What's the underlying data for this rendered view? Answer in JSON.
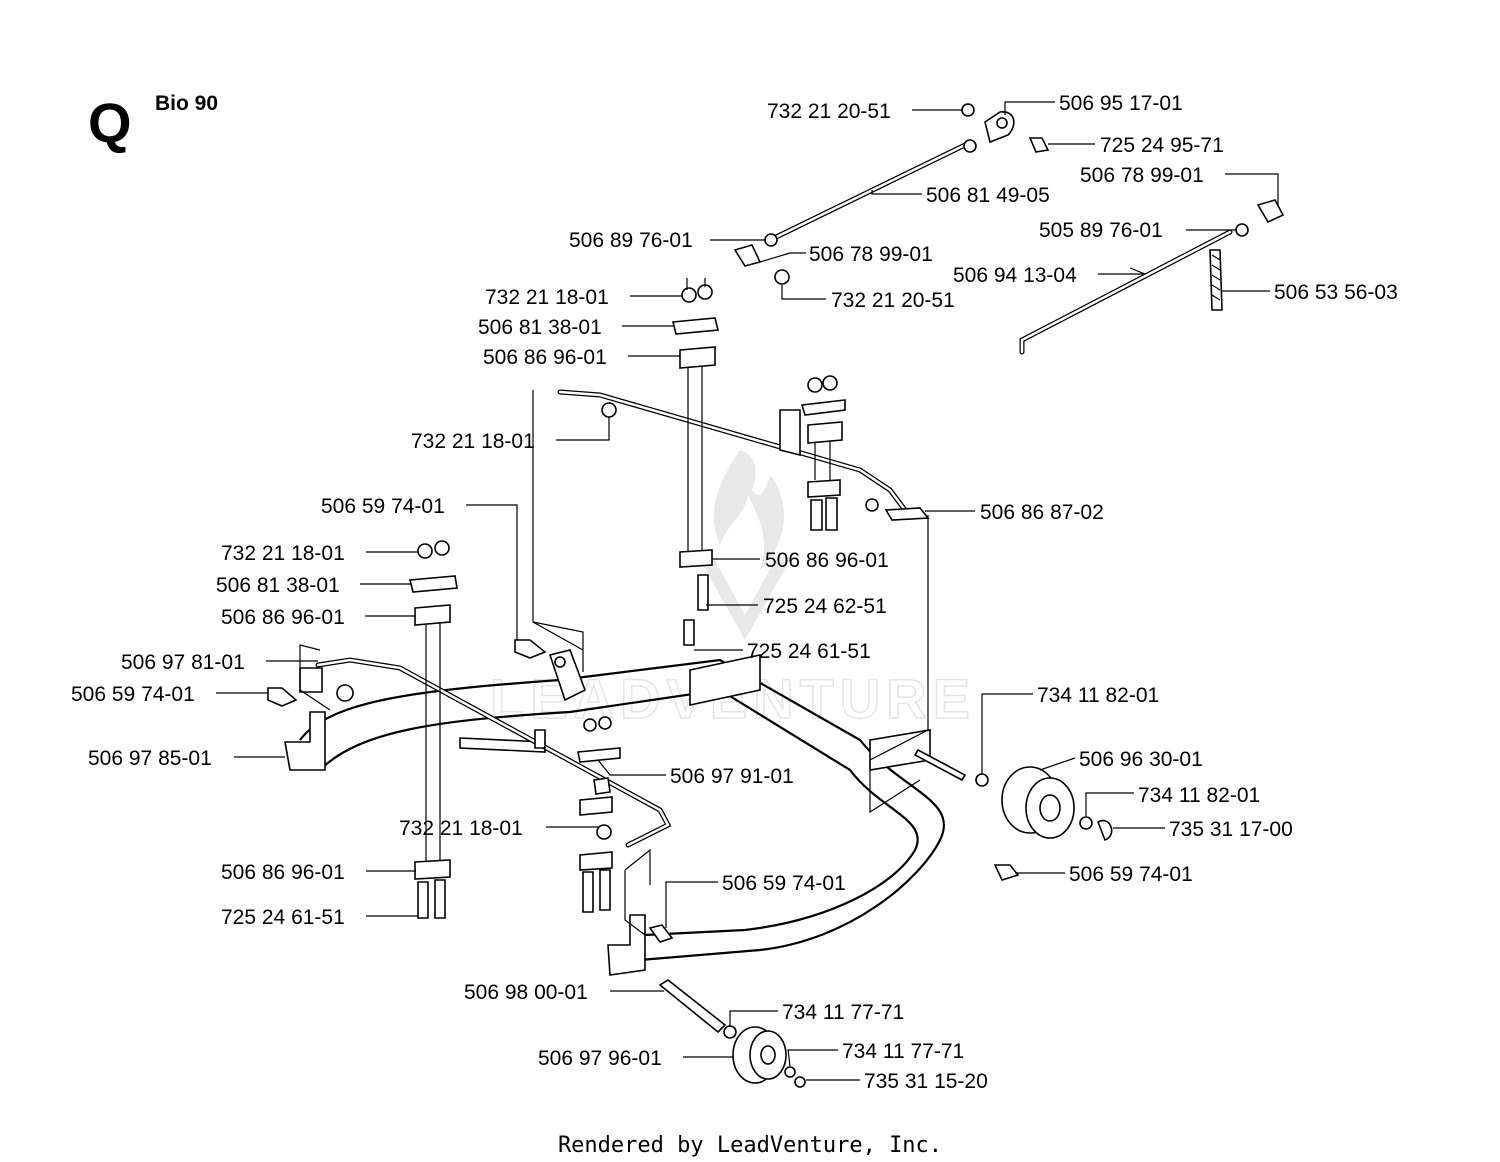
{
  "header": {
    "section": "Q",
    "model": "Bio 90"
  },
  "footer": {
    "text": "Rendered by LeadVenture, Inc."
  },
  "watermark": {
    "text": "LEADVENTURE"
  },
  "labels": [
    "732 21 20-51",
    "506 95 17-01",
    "725 24 95-71",
    "506 81 49-05",
    "506 78 99-01",
    "506 89 76-01",
    "506 78 99-01",
    "505 89 76-01",
    "506 94 13-04",
    "506 53 56-03",
    "732 21 20-51",
    "732 21 18-01",
    "506 81 38-01",
    "506 86 96-01",
    "732 21 18-01",
    "506 86 87-02",
    "506 59 74-01",
    "732 21 18-01",
    "506 81 38-01",
    "506 86 96-01",
    "506 86 96-01",
    "725 24 62-51",
    "725 24 61-51",
    "506 97 81-01",
    "506 59 74-01",
    "734 11 82-01",
    "506 97 85-01",
    "506 96 30-01",
    "506 97 91-01",
    "734 11 82-01",
    "735 31 17-00",
    "732 21 18-01",
    "506 86 96-01",
    "506 59 74-01",
    "506 59 74-01",
    "725 24 61-51",
    "506 98 00-01",
    "734 11 77-71",
    "506 97 96-01",
    "734 11 77-71",
    "735 31 15-20"
  ]
}
